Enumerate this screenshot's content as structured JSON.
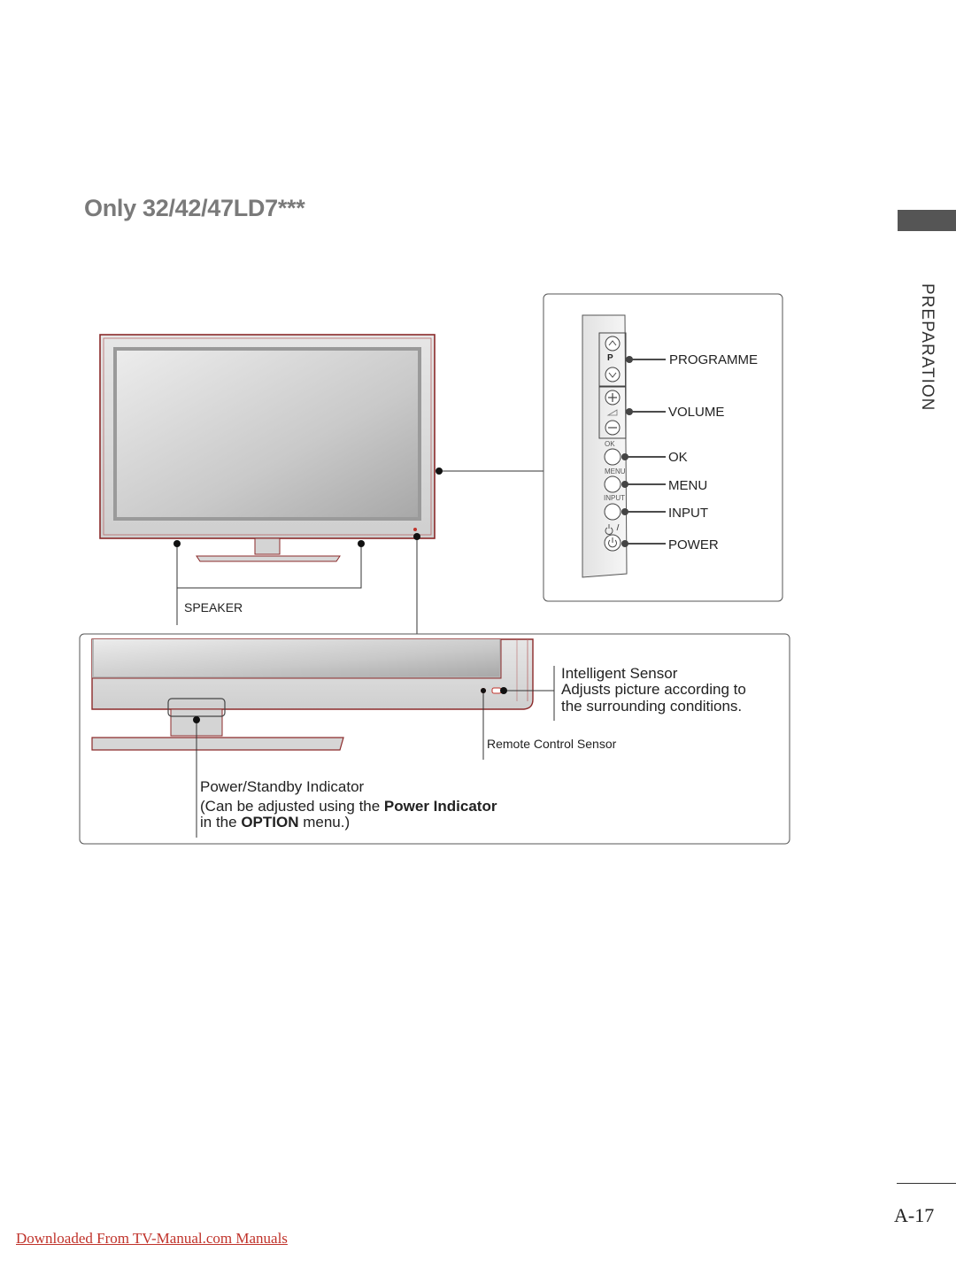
{
  "page": {
    "title": "Only 32/42/47LD7***",
    "section": "PREPARATION",
    "page_number": "A-17",
    "footer_link": "Downloaded From TV-Manual.com Manuals"
  },
  "side_panel": {
    "button_glyphs": {
      "p": "P",
      "ok": "OK",
      "menu": "MENU",
      "input": "INPUT"
    },
    "labels": {
      "programme": "PROGRAMME",
      "volume": "VOLUME",
      "ok": "OK",
      "menu": "MENU",
      "input": "INPUT",
      "power": "POWER"
    }
  },
  "front": {
    "speaker_label": "SPEAKER"
  },
  "detail": {
    "sensor_title": "Intelligent Sensor",
    "sensor_desc_line1": "Adjusts picture according to",
    "sensor_desc_line2": "the surrounding conditions.",
    "remote_sensor": "Remote Control Sensor",
    "power_indicator_title": "Power/Standby Indicator",
    "power_note_prefix": "(Can be adjusted using the ",
    "power_note_bold": "Power Indicator",
    "power_note_line2_prefix": "in the ",
    "power_note_line2_bold": "OPTION",
    "power_note_line2_suffix": " menu.)"
  },
  "colors": {
    "accent_red": "#c0332b",
    "tv_frame_red": "#8b2a2a",
    "screen_gray": "#c8c8c8"
  }
}
